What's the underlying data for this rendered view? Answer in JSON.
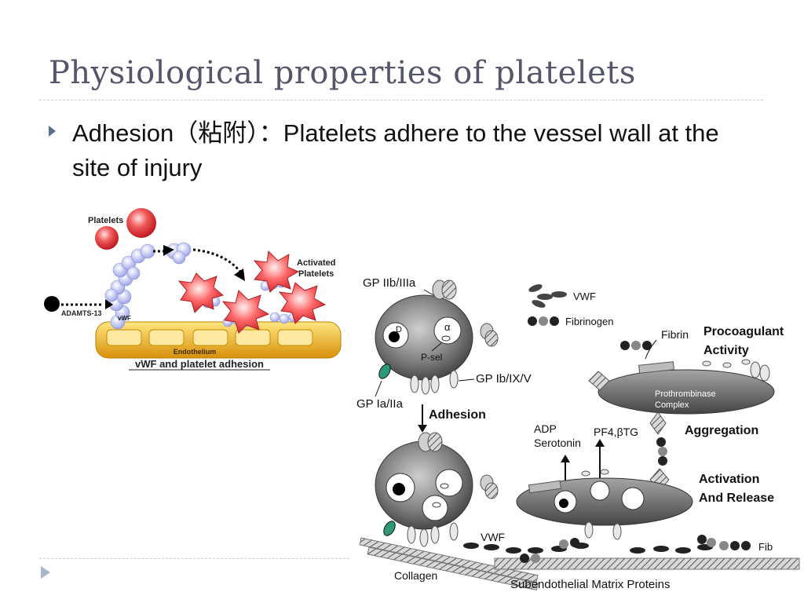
{
  "slide": {
    "title": "Physiological properties of platelets",
    "bullet": "Adhesion（粘附）：Platelets adhere to the vessel wall at  the site of injury"
  },
  "figure_left": {
    "platelets_label": "Platelets",
    "activated_label_line1": "Activated",
    "activated_label_line2": "Platelets",
    "adamts_label": "ADAMTS-13",
    "vwf_label": "vWF",
    "endothelium_label": "Endothelium",
    "caption": "vWF and platelet adhesion"
  },
  "figure_right": {
    "gp2b3a": "GP IIb/IIIa",
    "vwf_legend": "VWF",
    "fibrinogen_legend": "Fibrinogen",
    "dense_granule": "D",
    "alpha_granule": "α",
    "psel": "P-sel",
    "gp1b": "GP Ib/IX/V",
    "gp1a2a": "GP Ia/IIa",
    "adhesion": "Adhesion",
    "fibrin": "Fibrin",
    "procoag_line1": "Procoagulant",
    "procoag_line2": "Activity",
    "prothrombinase_line1": "Prothrombinase",
    "prothrombinase_line2": "Complex",
    "adp": "ADP",
    "serotonin": "Serotonin",
    "pf4": "PF4,βTG",
    "aggregation": "Aggregation",
    "activation_line1": "Activation",
    "activation_line2": "And Release",
    "vwf_bottom": "VWF",
    "fib": "Fib",
    "collagen": "Collagen",
    "matrix": "Subendothelial Matrix Proteins"
  },
  "colors": {
    "title": "#55566a",
    "bullet_arrow": "#5a6f8c",
    "platelet_red": "#e0303a",
    "endothelium": "#f0b830",
    "platelet_gray": "#7a7a7a"
  }
}
